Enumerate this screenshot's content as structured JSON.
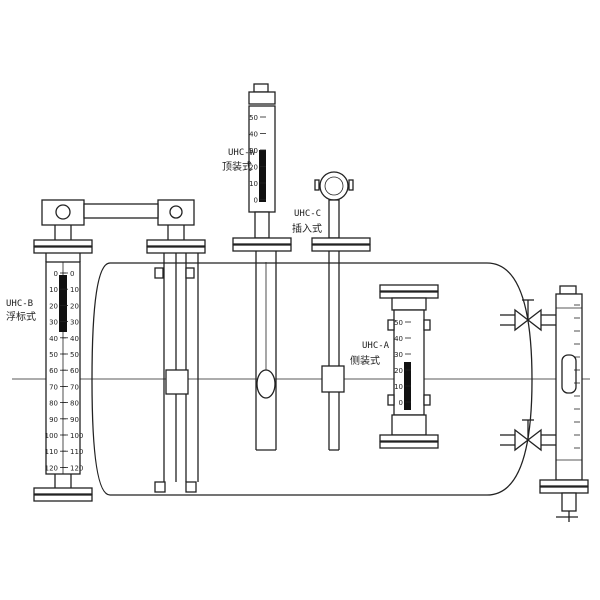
{
  "labels": {
    "uhc_w": {
      "model": "UHC-W",
      "name": "顶装式"
    },
    "uhc_c": {
      "model": "UHC-C",
      "name": "插入式"
    },
    "uhc_b": {
      "model": "UHC-B",
      "name": "浮标式"
    },
    "uhc_a": {
      "model": "UHC-A",
      "name": "侧装式"
    }
  },
  "scales": {
    "top_mount": [
      "50",
      "40",
      "30",
      "20",
      "10",
      "0"
    ],
    "side_mount": [
      "50",
      "40",
      "30",
      "20",
      "10",
      "0"
    ],
    "float_left": [
      "0",
      "10",
      "20",
      "30",
      "40",
      "50",
      "60",
      "70",
      "80",
      "90",
      "100",
      "110",
      "120"
    ],
    "float_right": [
      "0",
      "10",
      "20",
      "30",
      "40",
      "50",
      "60",
      "70",
      "80",
      "90",
      "100",
      "110",
      "120"
    ]
  },
  "colors": {
    "line": "#222222",
    "indicator": "#111111",
    "background": "#ffffff"
  }
}
